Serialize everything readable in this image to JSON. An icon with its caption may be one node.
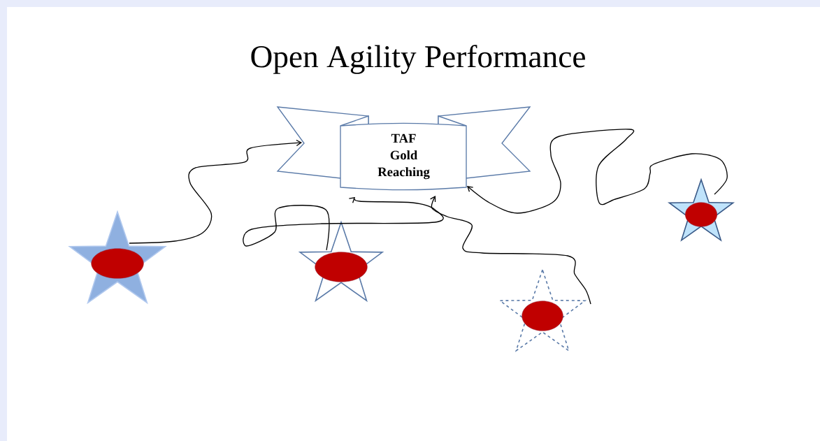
{
  "diagram": {
    "title": "Open Agility Performance",
    "nodes": [
      {
        "text": [
          "TAF Gold Reaching"
        ]
      },
      {
        "text": [],
        "shape": "star"
      },
      {
        "text": [],
        "shape": "star"
      },
      {
        "text": [],
        "shape": "star"
      },
      {
        "text": [],
        "shape": "star"
      }
    ],
    "edges": [
      {
        "from": 1,
        "to": 0,
        "arrow": "to"
      },
      {
        "from": 2,
        "to": 0,
        "arrow": "to"
      },
      {
        "from": 3,
        "to": 0,
        "arrow": "to"
      },
      {
        "from": 4,
        "to": 0,
        "arrow": "to"
      }
    ]
  }
}
